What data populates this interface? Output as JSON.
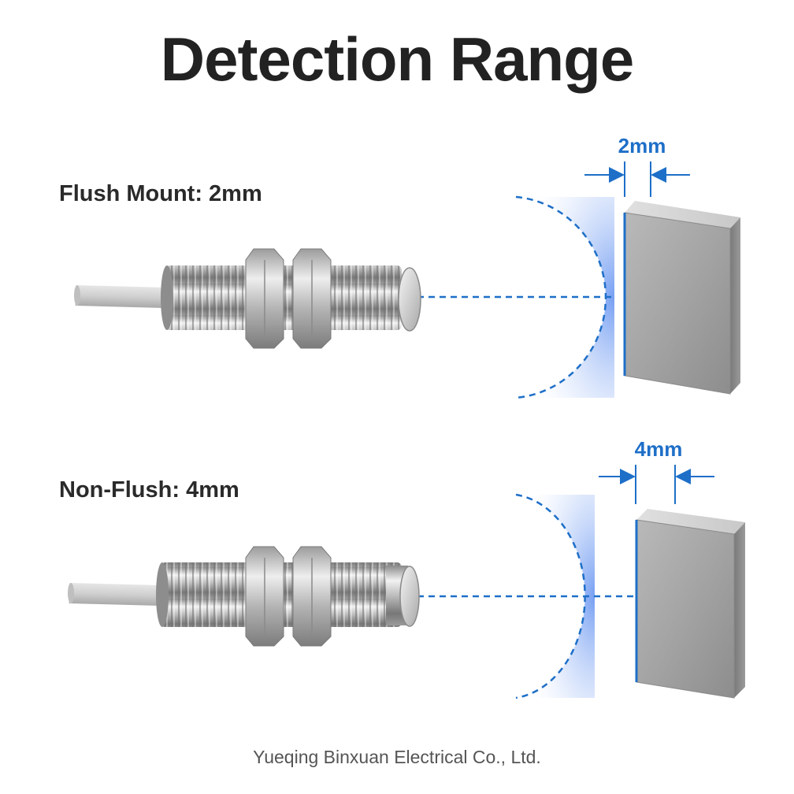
{
  "title": "Detection Range",
  "sections": [
    {
      "label": "Flush Mount: 2mm",
      "distance_label": "2mm"
    },
    {
      "label": "Non-Flush: 4mm",
      "distance_label": "4mm"
    }
  ],
  "footer": "Yueqing Binxuan Electrical Co., Ltd.",
  "colors": {
    "accent_blue": "#1e6fc8",
    "title_text": "#222222",
    "metal_light": "#d8d8d8",
    "metal_dark": "#7a7a7a",
    "cable": "#c9c9c9"
  },
  "icons": [
    "proximity-sensor-icon",
    "metal-target-block-icon",
    "dimension-arrow-icon",
    "detection-field-icon"
  ]
}
